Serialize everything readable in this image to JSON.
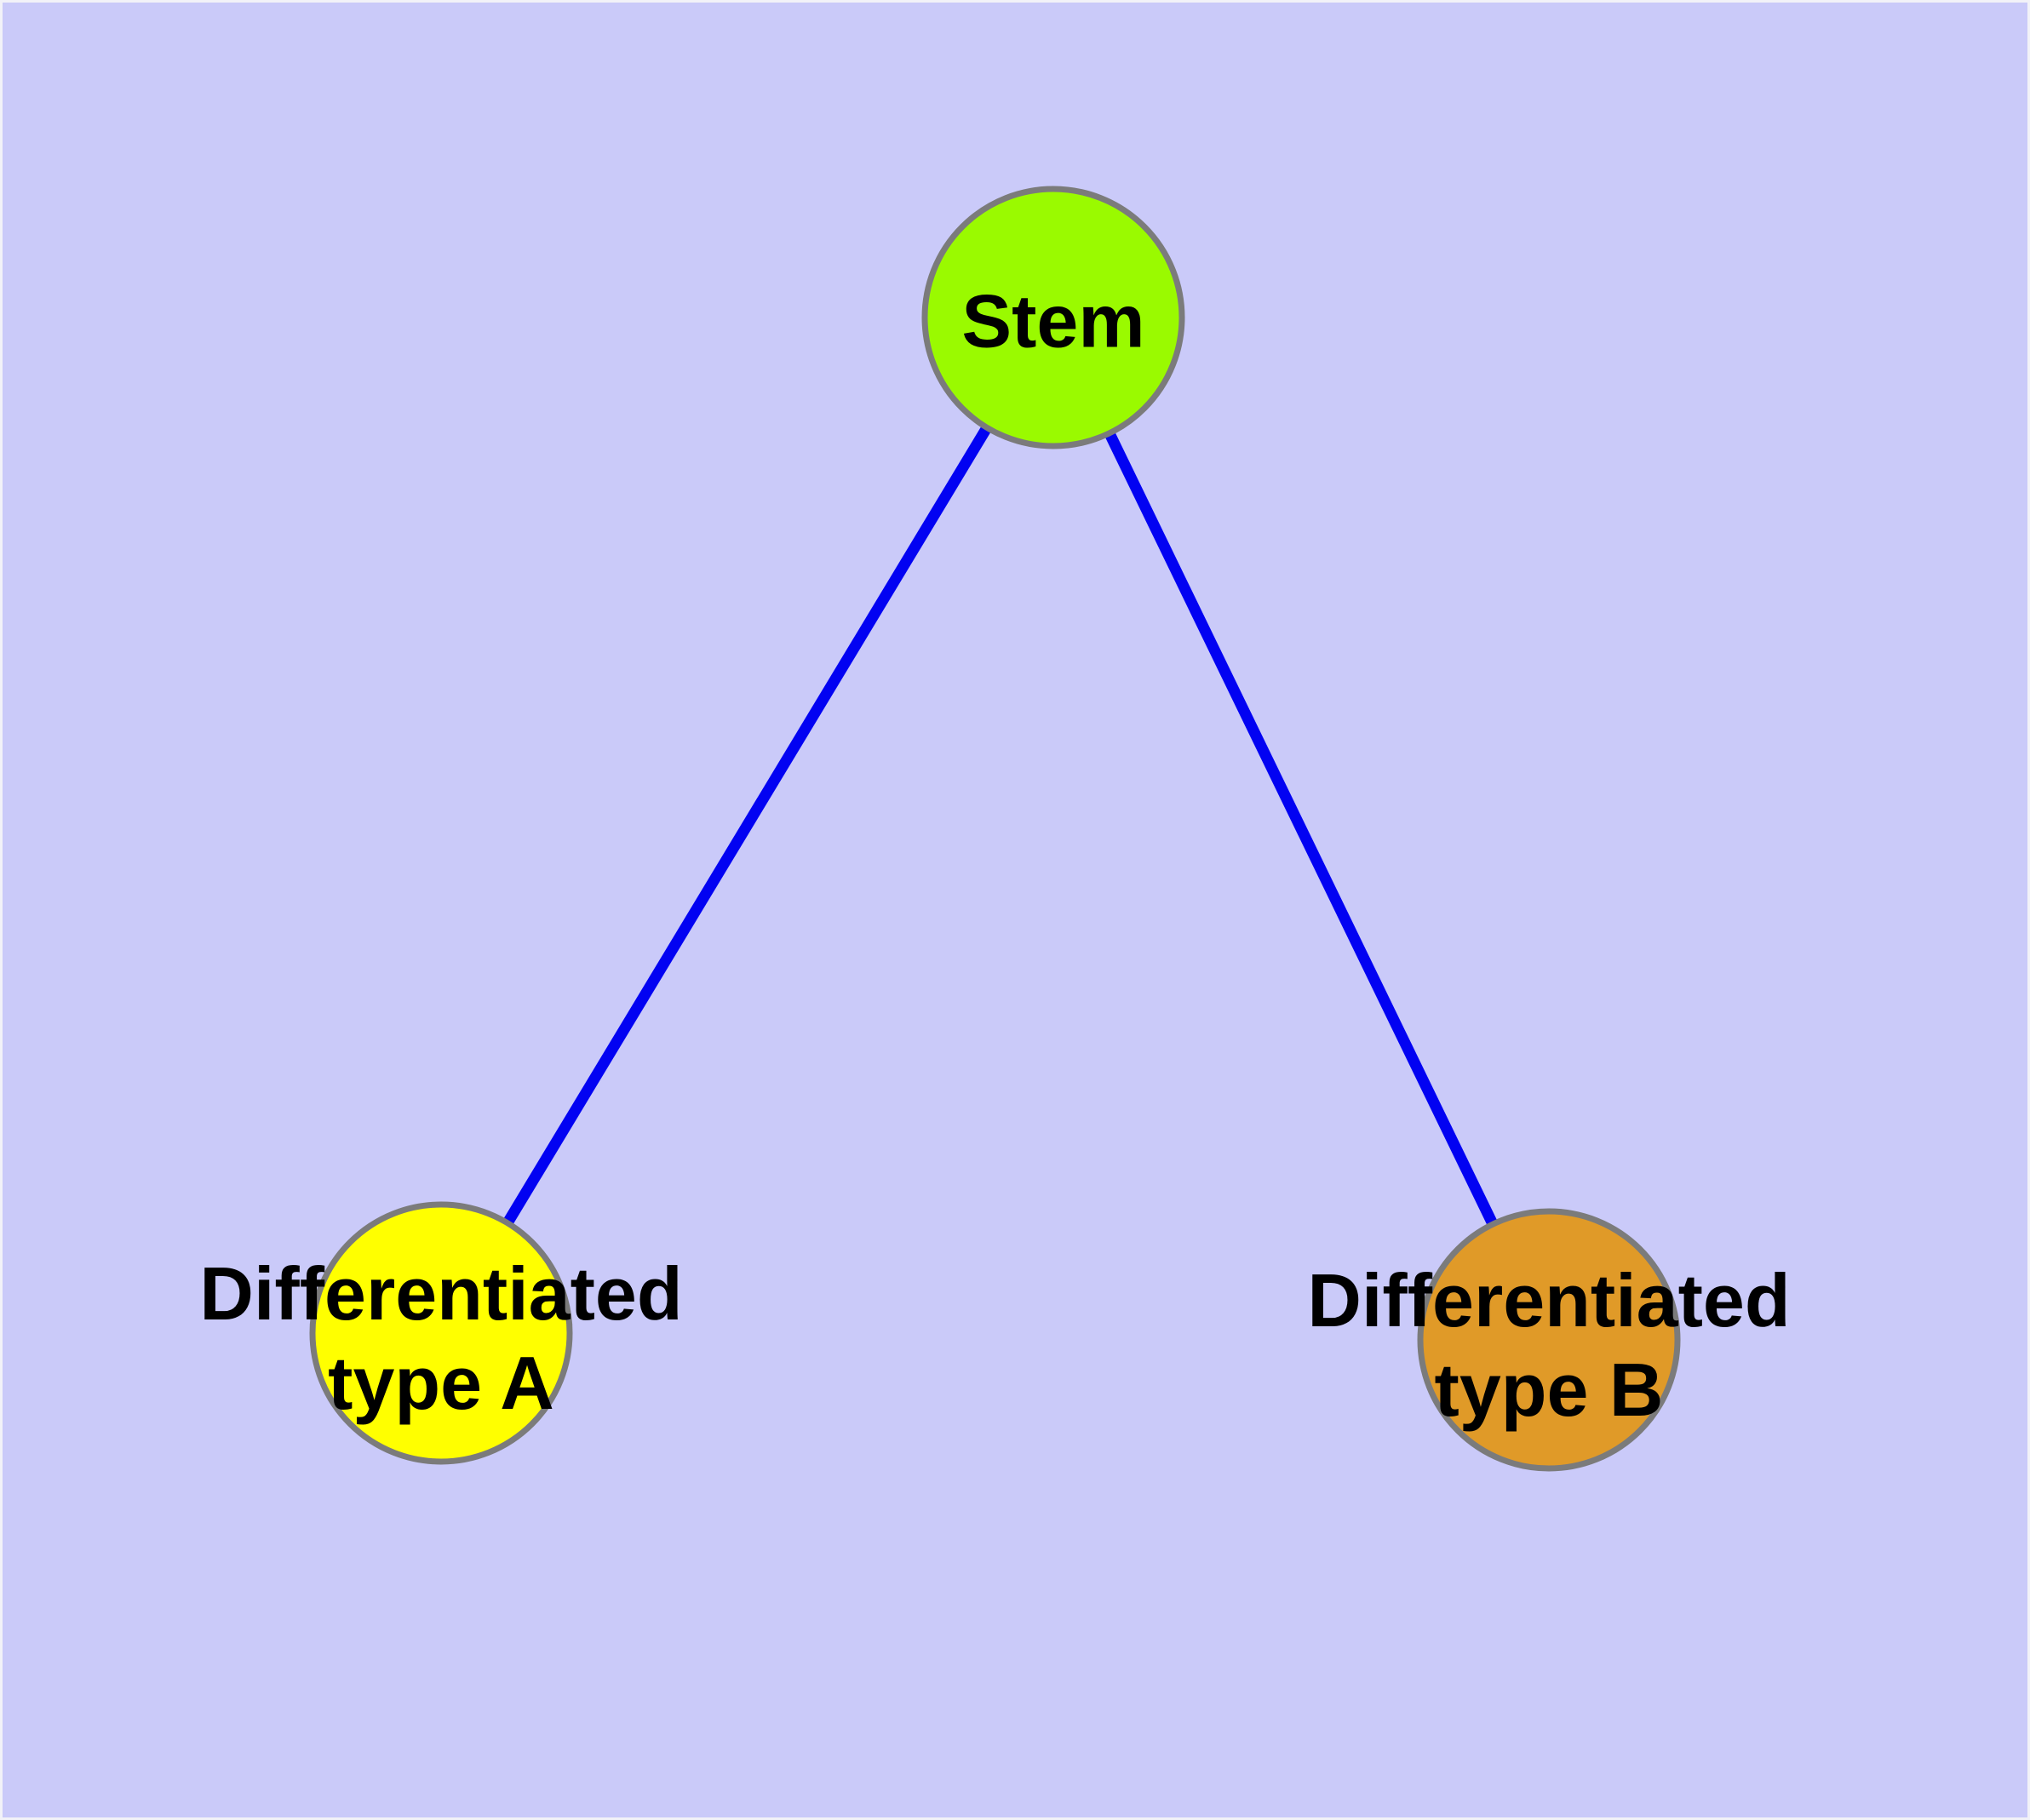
{
  "diagram": {
    "type": "graph",
    "nodes": [
      {
        "id": "stem",
        "label": "Stem",
        "fill": "#9AFA00"
      },
      {
        "id": "type-a",
        "label": "Differentiated\ntype A",
        "fill": "#FFFF00"
      },
      {
        "id": "type-b",
        "label": "Differentiated\ntype B",
        "fill": "#E09A28"
      }
    ],
    "edges": [
      {
        "from": "stem",
        "to": "type-a"
      },
      {
        "from": "stem",
        "to": "type-b"
      }
    ],
    "colors": {
      "background": "#CACAF9",
      "edge": "#0202F2",
      "node_stroke": "#7B7B7B",
      "label_text": "#000000",
      "frame": "#F2F2F8"
    }
  }
}
